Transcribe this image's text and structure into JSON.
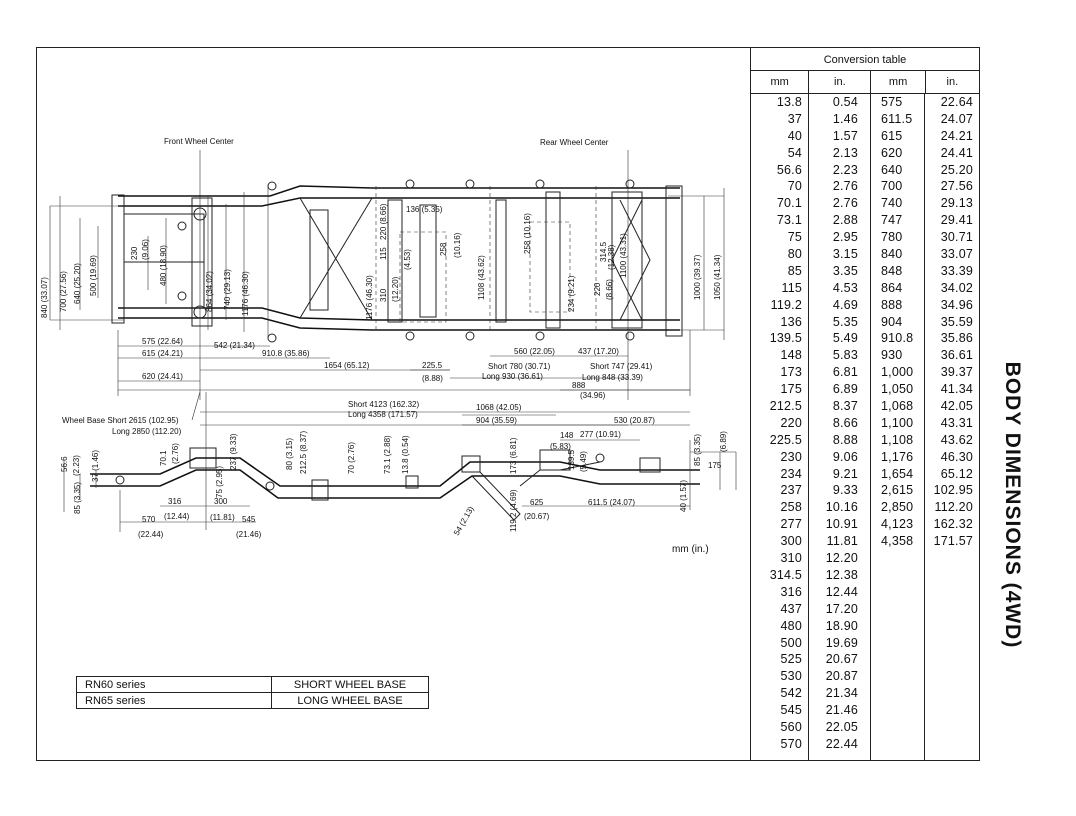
{
  "title": "BODY DIMENSIONS (4WD)",
  "units_note": "mm (in.)",
  "conversion_table": {
    "title": "Conversion table",
    "headers": [
      "mm",
      "in.",
      "mm",
      "in."
    ],
    "left_column": [
      [
        "13.8",
        "0.54"
      ],
      [
        "37",
        "1.46"
      ],
      [
        "40",
        "1.57"
      ],
      [
        "54",
        "2.13"
      ],
      [
        "56.6",
        "2.23"
      ],
      [
        "70",
        "2.76"
      ],
      [
        "70.1",
        "2.76"
      ],
      [
        "73.1",
        "2.88"
      ],
      [
        "75",
        "2.95"
      ],
      [
        "80",
        "3.15"
      ],
      [
        "85",
        "3.35"
      ],
      [
        "115",
        "4.53"
      ],
      [
        "119.2",
        "4.69"
      ],
      [
        "136",
        "5.35"
      ],
      [
        "139.5",
        "5.49"
      ],
      [
        "148",
        "5.83"
      ],
      [
        "173",
        "6.81"
      ],
      [
        "175",
        "6.89"
      ],
      [
        "212.5",
        "8.37"
      ],
      [
        "220",
        "8.66"
      ],
      [
        "225.5",
        "8.88"
      ],
      [
        "230",
        "9.06"
      ],
      [
        "234",
        "9.21"
      ],
      [
        "237",
        "9.33"
      ],
      [
        "258",
        "10.16"
      ],
      [
        "277",
        "10.91"
      ],
      [
        "300",
        "11.81"
      ],
      [
        "310",
        "12.20"
      ],
      [
        "314.5",
        "12.38"
      ],
      [
        "316",
        "12.44"
      ],
      [
        "437",
        "17.20"
      ],
      [
        "480",
        "18.90"
      ],
      [
        "500",
        "19.69"
      ],
      [
        "525",
        "20.67"
      ],
      [
        "530",
        "20.87"
      ],
      [
        "542",
        "21.34"
      ],
      [
        "545",
        "21.46"
      ],
      [
        "560",
        "22.05"
      ],
      [
        "570",
        "22.44"
      ]
    ],
    "right_column": [
      [
        "575",
        "22.64"
      ],
      [
        "611.5",
        "24.07"
      ],
      [
        "615",
        "24.21"
      ],
      [
        "620",
        "24.41"
      ],
      [
        "640",
        "25.20"
      ],
      [
        "700",
        "27.56"
      ],
      [
        "740",
        "29.13"
      ],
      [
        "747",
        "29.41"
      ],
      [
        "780",
        "30.71"
      ],
      [
        "840",
        "33.07"
      ],
      [
        "848",
        "33.39"
      ],
      [
        "864",
        "34.02"
      ],
      [
        "888",
        "34.96"
      ],
      [
        "904",
        "35.59"
      ],
      [
        "910.8",
        "35.86"
      ],
      [
        "930",
        "36.61"
      ],
      [
        "1,000",
        "39.37"
      ],
      [
        "1,050",
        "41.34"
      ],
      [
        "1,068",
        "42.05"
      ],
      [
        "1,100",
        "43.31"
      ],
      [
        "1,108",
        "43.62"
      ],
      [
        "1,176",
        "46.30"
      ],
      [
        "1,654",
        "65.12"
      ],
      [
        "2,615",
        "102.95"
      ],
      [
        "2,850",
        "112.20"
      ],
      [
        "4,123",
        "162.32"
      ],
      [
        "4,358",
        "171.57"
      ]
    ]
  },
  "series_table": [
    {
      "series": "RN60 series",
      "wheelbase": "SHORT WHEEL BASE"
    },
    {
      "series": "RN65 series",
      "wheelbase": "LONG WHEEL BASE"
    }
  ],
  "diagram": {
    "top_labels": {
      "front_wheel_center": "Front Wheel Center",
      "rear_wheel_center": "Rear Wheel Center"
    },
    "plan_view_dims": {
      "d840": "840 (33.07)",
      "d700": "700 (27.56)",
      "d640": "640 (25.20)",
      "d500": "500 (19.69)",
      "d230": "230",
      "d230b": "(9.06)",
      "d480": "480 (18.90)",
      "d864": "864 (34.02)",
      "d740": "740 (29.13)",
      "d1176a": "1176 (46.30)",
      "d1176b": "1176 (46.30)",
      "d136": "136 (5.35)",
      "d310": "310",
      "d115": "115",
      "d220": "220 (8.66)",
      "d1220": "(12.20)",
      "d453": "(4.53)",
      "d258t": "258",
      "d1016": "(10.16)",
      "d1108": "1108 (43.62)",
      "d258b": "258 (10.16)",
      "d3145": "314.5",
      "d1238": "(12.38)",
      "d1100": "1100 (43.31)",
      "d1000": "1000 (39.37)",
      "d1050": "1050 (41.34)",
      "d234": "234 (9.21)",
      "d220b": "220",
      "d866": "(8.66)",
      "d575": "575 (22.64)",
      "d542": "542 (21.34)",
      "d615": "615 (24.21)",
      "d9108": "910.8 (35.86)",
      "d1654": "1654 (65.12)",
      "d2255": "225.5",
      "d888a": "(8.88)",
      "d560": "560 (22.05)",
      "d437": "437 (17.20)",
      "d620": "620 (24.41)",
      "ds780": "Short 780 (30.71)",
      "dl930": "Long 930 (36.61)",
      "ds747": "Short 747 (29.41)",
      "dl848": "Long 848 (33.39)",
      "d888": "888",
      "d3496": "(34.96)"
    },
    "side_view_dims": {
      "wb_short": "Wheel Base Short 2615 (102.95)",
      "wb_long": "Long 2850 (112.20)",
      "s4123": "Short 4123 (162.32)",
      "l4358": "Long 4358 (171.57)",
      "d1068": "1068 (42.05)",
      "d904": "904 (35.59)",
      "d530": "530 (20.87)",
      "d148": "148",
      "d583": "(5.83)",
      "d277": "277 (10.91)",
      "d85r": "85 (3.35)",
      "d175": "175",
      "d689": "(6.89)",
      "d566": "56.6",
      "d223": "(2.23)",
      "d37": "37 (1.46)",
      "d85l": "85 (3.35)",
      "d701": "70.1",
      "d276a": "(2.76)",
      "d237": "237 (9.33)",
      "d75": "75 (2.95)",
      "d80": "80 (3.15)",
      "d2125": "212.5 (8.37)",
      "d70": "70 (2.76)",
      "d731": "73.1 (2.88)",
      "d138": "13.8 (0.54)",
      "d173": "173 (6.81)",
      "d1395": "139.5",
      "d549": "(5.49)",
      "d316": "316",
      "d1244": "(12.44)",
      "d300": "300",
      "d1181": "(11.81)",
      "d570": "570",
      "d2244": "(22.44)",
      "d545": "545",
      "d2146": "(21.46)",
      "d54": "54 (2.13)",
      "d1192": "119.2 (4.69)",
      "d625": "625",
      "d2067": "(20.67)",
      "d6115": "611.5 (24.07)",
      "d40": "40 (1.57)"
    }
  }
}
